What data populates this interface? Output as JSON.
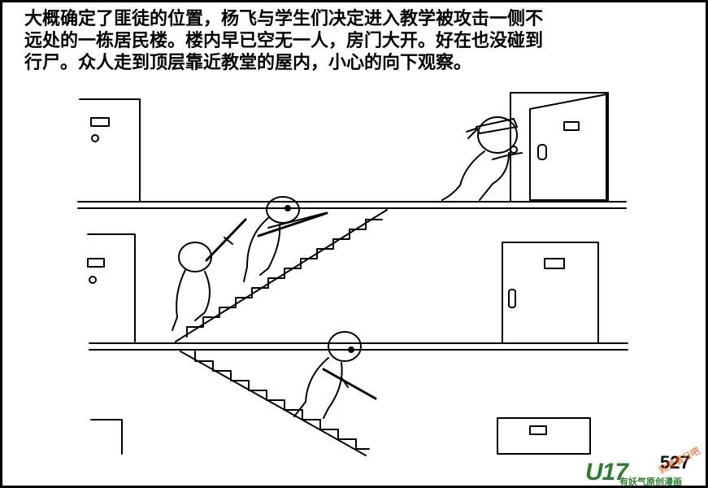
{
  "caption": {
    "line1": "大概确定了匪徒的位置，杨飞与学生们决定进入教学被攻击一侧不",
    "line2": "远处的一栋居民楼。楼内早已空无一人，房门大开。好在也没碰到",
    "line3": "行尸。众人走到顶层靠近教堂的屋内，小心的向下观察。"
  },
  "page_number": "527",
  "watermark": {
    "logo": "U17",
    "subtitle": "有妖气原创漫画",
    "corner": "就爱看日吧"
  },
  "colors": {
    "ink": "#000000",
    "paper": "#ffffff",
    "watermark_green": "#2e7d32",
    "watermark_orange": "#e65100"
  }
}
